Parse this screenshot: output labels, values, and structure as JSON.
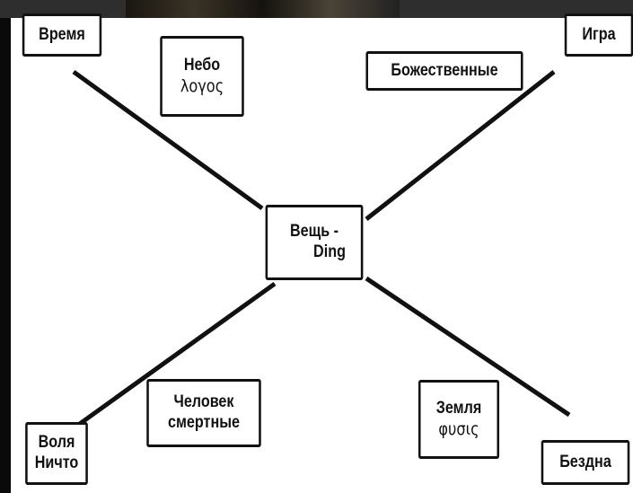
{
  "nodes": {
    "time": "Время",
    "sky": {
      "title": "Небо",
      "greek": "λογος"
    },
    "divine": "Божественные",
    "play": "Игра",
    "thing": {
      "line1": "Вещь -",
      "line2": "Ding"
    },
    "human": {
      "line1": "Человек",
      "line2": "смертные"
    },
    "earth": {
      "title": "Земля",
      "greek": "φυσις"
    },
    "will": {
      "line1": "Воля",
      "line2": "Ничто"
    },
    "abyss": "Бездна"
  }
}
